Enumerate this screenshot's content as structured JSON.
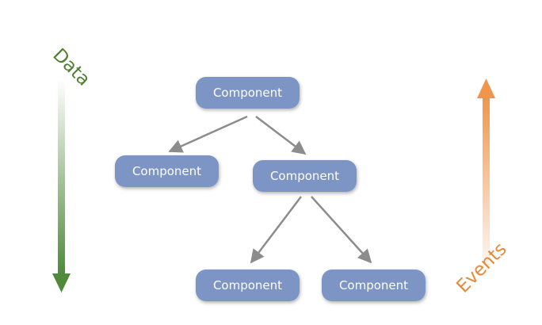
{
  "side_labels": {
    "data": "Data",
    "events": "Events"
  },
  "nodes": [
    {
      "id": "root",
      "label": "Component"
    },
    {
      "id": "left-child",
      "label": "Component"
    },
    {
      "id": "right-child",
      "label": "Component"
    },
    {
      "id": "grandchild-left",
      "label": "Component"
    },
    {
      "id": "grandchild-right",
      "label": "Component"
    }
  ],
  "edges": [
    {
      "from": "root",
      "to": "left-child"
    },
    {
      "from": "root",
      "to": "right-child"
    },
    {
      "from": "right-child",
      "to": "grandchild-left"
    },
    {
      "from": "right-child",
      "to": "grandchild-right"
    }
  ],
  "colors": {
    "node_fill": "#7d95c4",
    "node_text": "#ffffff",
    "edge": "#8c8c8c",
    "data_arrow": "#4e8a3a",
    "events_arrow": "#f0954a",
    "data_label": "#4e8030",
    "events_label": "#e8883a"
  }
}
